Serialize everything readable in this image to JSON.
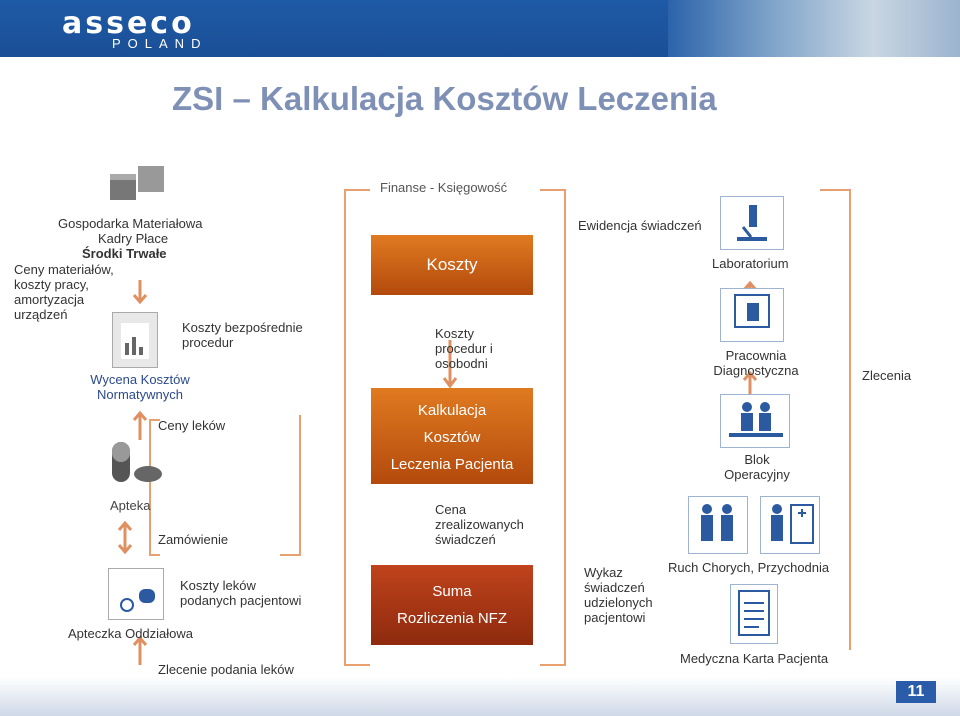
{
  "header": {
    "logo": "asseco",
    "logo_sub": "POLAND"
  },
  "title": "ZSI – Kalkulacja Kosztów Leczenia",
  "left": {
    "sources": [
      "Gospodarka Materiałowa",
      "Kadry Płace",
      "Środki Trwałe"
    ],
    "costs_note": [
      "Ceny materiałów,",
      "koszty pracy,",
      "amortyzacja",
      "urządzeń"
    ],
    "wycena": [
      "Wycena Kosztów",
      "Normatywnych"
    ],
    "koszty_bezposrednie": [
      "Koszty bezpośrednie",
      "procedur"
    ],
    "ceny_lekow": "Ceny leków",
    "apteka": "Apteka",
    "zamowienie": "Zamówienie",
    "apteczka": "Apteczka Oddziałowa",
    "koszty_lekow": [
      "Koszty leków",
      "podanych pacjentowi"
    ],
    "zlecenie": "Zlecenie podania leków"
  },
  "center": {
    "finanse": "Finanse - Księgowość",
    "koszty_box": "Koszty",
    "koszty_proc": [
      "Koszty",
      "procedur i",
      "osobodni"
    ],
    "kalkulacja": [
      "Kalkulacja",
      "Kosztów",
      "Leczenia Pacjenta"
    ],
    "cena": [
      "Cena",
      "zrealizowanych",
      "świadczeń"
    ],
    "suma": [
      "Suma",
      "Rozliczenia NFZ"
    ],
    "wykaz": [
      "Wykaz",
      "świadczeń",
      "udzielonych",
      "pacjentowi"
    ]
  },
  "right": {
    "ewidencja": "Ewidencja świadczeń",
    "laboratorium": "Laboratorium",
    "pracownia": [
      "Pracownia",
      "Diagnostyczna"
    ],
    "blok": [
      "Blok",
      "Operacyjny"
    ],
    "zlecenia": "Zlecenia",
    "ruch": "Ruch Chorych, Przychodnia",
    "karta": "Medyczna Karta Pacjenta"
  },
  "page_number": "11",
  "colors": {
    "header": "#1f5aa6",
    "title": "#7f90b6",
    "orange": "#e07a20",
    "red": "#a3361a",
    "line": "#e07a20",
    "label_blue": "#2c4a8c"
  }
}
